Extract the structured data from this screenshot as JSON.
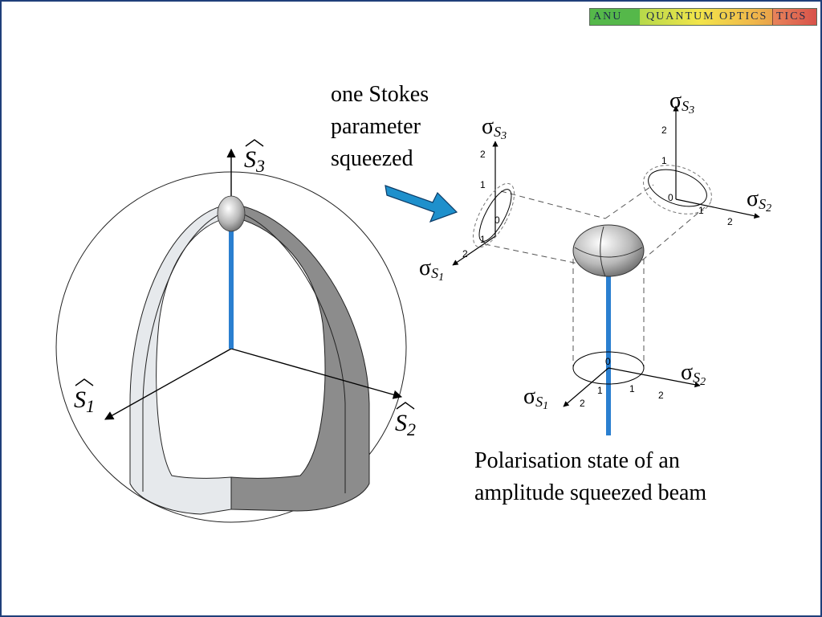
{
  "banner": {
    "segments": [
      "ANU",
      "QUANTUM OPTICS",
      "TICS"
    ]
  },
  "notes": {
    "stokes_label": "one Stokes\nparameter\nsqueezed",
    "caption": "Polarisation state of an\namplitude squeezed beam"
  },
  "sphere": {
    "axis_s1": {
      "letter": "S",
      "sub": "1"
    },
    "axis_s2": {
      "letter": "S",
      "sub": "2"
    },
    "axis_s3": {
      "letter": "S",
      "sub": "3"
    }
  },
  "projections": {
    "symbol": "σ",
    "sub_s1": "S",
    "sub_s1_index": "1",
    "sub_s2": "S",
    "sub_s2_index": "2",
    "sub_s3": "S",
    "sub_s3_index": "3",
    "ticks": {
      "zero": "0",
      "one": "1",
      "two": "2"
    }
  },
  "colors": {
    "arrow": "#1e90cc",
    "beam": "#2a7fd0",
    "border": "#1f3f7a"
  }
}
